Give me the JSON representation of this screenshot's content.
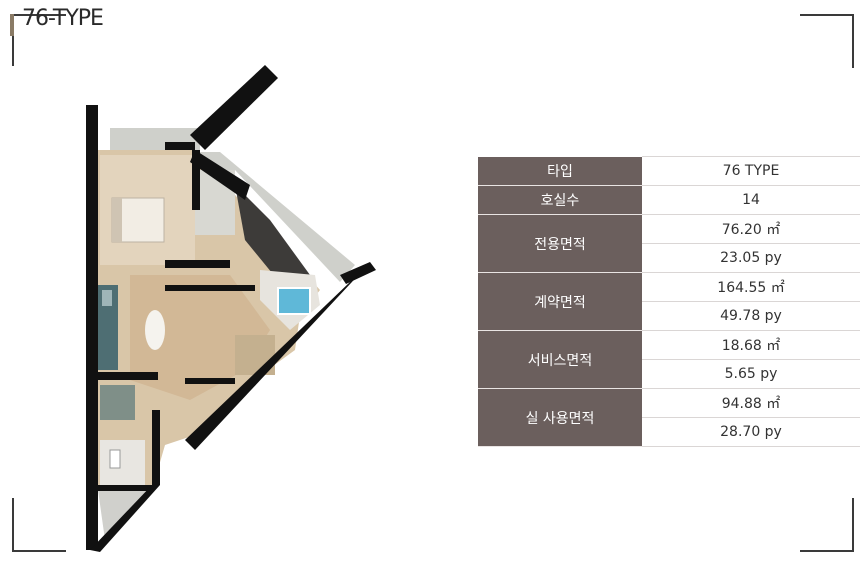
{
  "title": "76-TYPE",
  "spec_table": {
    "type_label": "타입",
    "type_value": "76 TYPE",
    "units_label": "호실수",
    "units_value": "14",
    "exclusive_label": "전용면적",
    "exclusive_m2": "76.20 ㎡",
    "exclusive_py": "23.05 py",
    "contract_label": "계약면적",
    "contract_m2": "164.55 ㎡",
    "contract_py": "49.78 py",
    "service_label": "서비스면적",
    "service_m2": "18.68 ㎡",
    "service_py": "5.65 py",
    "actual_label": "실 사용면적",
    "actual_m2": "94.88 ㎡",
    "actual_py": "28.70 py"
  },
  "colors": {
    "label_bg": "#6b5f5d",
    "wall": "#111111",
    "floor": "#d9c6a8",
    "water": "#5fb8d8"
  }
}
